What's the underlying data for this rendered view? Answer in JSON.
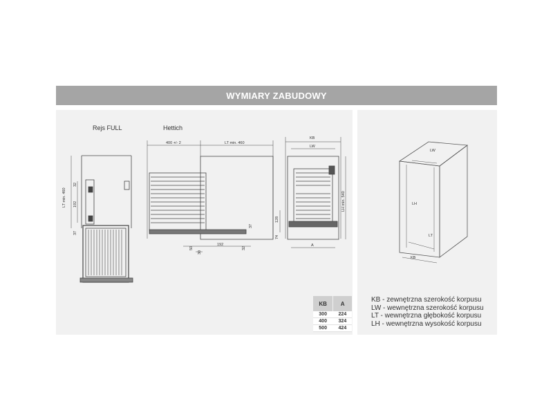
{
  "header": {
    "title": "WYMIARY ZABUDOWY"
  },
  "views": {
    "rejs_label": "Rejs FULL",
    "hettich_label": "Hettich"
  },
  "dims": {
    "lt_min_460_side": "LT min. 460",
    "d32": "32",
    "d192": "192",
    "d37_left": "37",
    "d400": "400 +/- 2",
    "lt_min_460_top": "LT min. 460",
    "d37_mid": "37",
    "d50": "50",
    "d192_bottom": "192",
    "d30": "30",
    "d32_bottom": "32",
    "kb": "KB",
    "lw": "LW",
    "lh_min_540": "LH min. 540",
    "d128": "128",
    "d74": "74",
    "a": "A"
  },
  "cabinet": {
    "lw": "LW",
    "lh": "LH",
    "lt": "LT",
    "kb": "KB"
  },
  "table": {
    "headers": [
      "KB",
      "A"
    ],
    "rows": [
      [
        "300",
        "224"
      ],
      [
        "400",
        "324"
      ],
      [
        "500",
        "424"
      ]
    ]
  },
  "legend": [
    "KB - zewnętrzna szerokość korpusu",
    "LW - wewnętrzna szerokość korpusu",
    "LT - wewnętrzna głębokość korpusu",
    "LH - wewnętrzna wysokość korpusu"
  ]
}
